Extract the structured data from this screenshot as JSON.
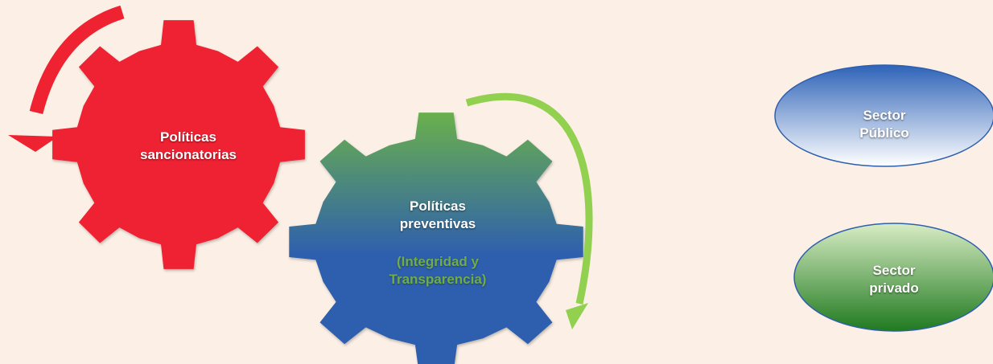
{
  "gears": [
    {
      "name": "sancionatorias",
      "lines": [
        "Políticas",
        "sancionatorias"
      ],
      "fill": "#ee2230"
    },
    {
      "name": "preventivas",
      "lines": [
        "Políticas",
        "preventivas"
      ],
      "sub_lines": [
        "(Integridad y",
        "Transparencia)"
      ],
      "fill_top": "#6ab04c",
      "fill_bottom": "#2e5fae",
      "sub_color": "#70ad47"
    }
  ],
  "arrows": [
    {
      "name": "red-curved-arrow",
      "color": "#ee2230"
    },
    {
      "name": "green-curved-arrow",
      "color": "#92d050"
    }
  ],
  "ellipses": [
    {
      "name": "sector-publico",
      "lines": [
        "Sector",
        "Público"
      ],
      "fill_top": "#2e63b8",
      "fill_bottom": "#ffffff",
      "stroke": "#2e5fae"
    },
    {
      "name": "sector-privado",
      "lines": [
        "Sector",
        "privado"
      ],
      "fill_top": "#d8ecc4",
      "fill_bottom": "#1f7a1f",
      "stroke": "#2e5fae"
    }
  ]
}
